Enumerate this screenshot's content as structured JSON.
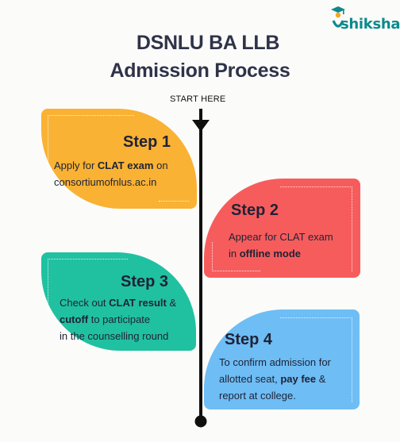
{
  "brand": {
    "logo_text": "shiksha",
    "logo_color": "#0c8a8b"
  },
  "title": {
    "line1": "DSNLU BA LLB",
    "line2": "Admission Process"
  },
  "start_label": "START HERE",
  "steps": [
    {
      "title": "Step 1",
      "color": "#f9b233",
      "line1_pre": "Apply for ",
      "line1_bold": "CLAT exam",
      "line1_post": " on",
      "line2": "consortiumofnlus.ac.in"
    },
    {
      "title": "Step 2",
      "color": "#f75c5c",
      "line1": "Appear for CLAT exam",
      "line2_pre": "in ",
      "line2_bold": "offline mode"
    },
    {
      "title": "Step 3",
      "color": "#20c1a0",
      "line1_pre": "Check out ",
      "line1_bold": "CLAT result",
      "line1_post": " &",
      "line2_bold": "cutoff",
      "line2_post": " to participate",
      "line3": "in the counselling round"
    },
    {
      "title": "Step 4",
      "color": "#6ebdf5",
      "line1": "To confirm  admission for",
      "line2_pre": "allotted seat, ",
      "line2_bold": "pay fee",
      "line2_post": " &",
      "line3": "report  at college."
    }
  ]
}
